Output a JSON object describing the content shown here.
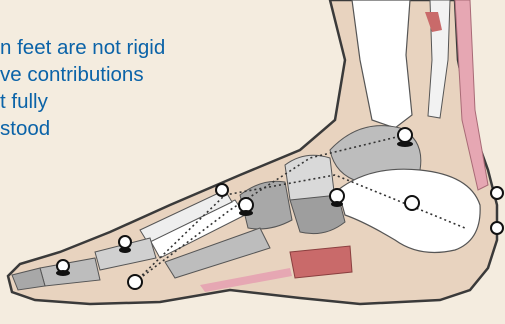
{
  "slide": {
    "lines": [
      "n feet are not rigid",
      "ve contributions",
      "t fully",
      "stood"
    ]
  },
  "figure": {
    "subject": "foot-anatomy-illustration",
    "colors": {
      "background": "#f4ecdf",
      "text": "#0b63a8",
      "skin": "#e8d3bf",
      "outline": "#3a3a3a",
      "bone_white": "#ffffff",
      "bone_grey": "#bdbdbd",
      "bone_dark": "#9e9e9e",
      "tendon_pink": "#e6a7b3",
      "muscle_red": "#c96a6a"
    }
  }
}
